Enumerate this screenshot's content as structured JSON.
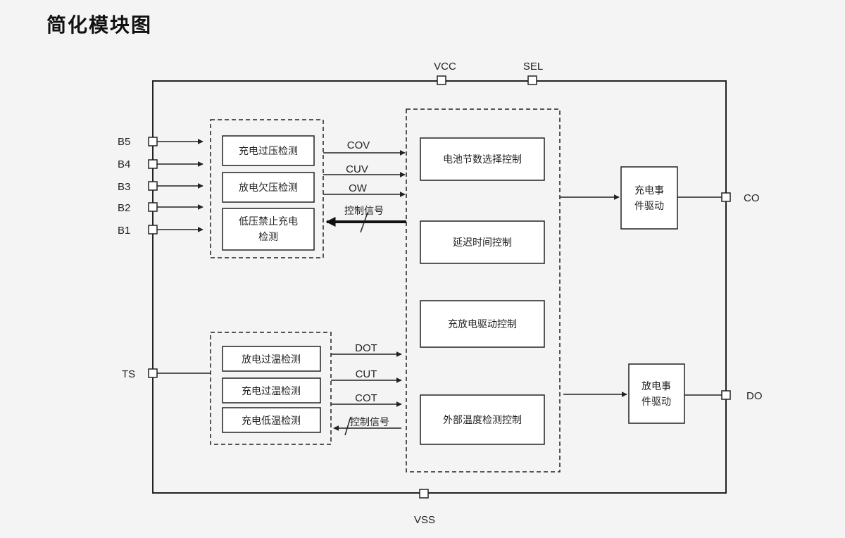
{
  "title": "简化模块图",
  "pins": {
    "vcc": "VCC",
    "sel": "SEL",
    "vss": "VSS",
    "b5": "B5",
    "b4": "B4",
    "b3": "B3",
    "b2": "B2",
    "b1": "B1",
    "ts": "TS",
    "co": "CO",
    "do": "DO"
  },
  "detect_blocks": {
    "overcharge": "充电过压检测",
    "overdischarge": "放电欠压检测",
    "low_voltage_line1": "低压禁止充电",
    "low_voltage_line2": "检测",
    "discharge_overtemp": "放电过温检测",
    "charge_overtemp": "充电过温检测",
    "charge_lowtemp": "充电低温检测"
  },
  "signals": {
    "cov": "COV",
    "cuv": "CUV",
    "ow": "OW",
    "ctrl_top": "控制信号",
    "dot": "DOT",
    "cut": "CUT",
    "cot": "COT",
    "ctrl_bottom": "控制信号"
  },
  "control_blocks": {
    "cell_select": "电池节数选择控制",
    "delay": "延迟时间控制",
    "drive": "充放电驱动控制",
    "ext_temp": "外部温度检测控制"
  },
  "drivers": {
    "charge_line1": "充电事",
    "charge_line2": "件驱动",
    "discharge_line1": "放电事",
    "discharge_line2": "件驱动"
  }
}
